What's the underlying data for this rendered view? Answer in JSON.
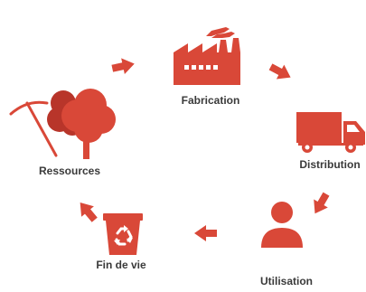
{
  "stages": {
    "fabrication": {
      "label": "Fabrication",
      "icon": "factory-icon"
    },
    "distribution": {
      "label": "Distribution",
      "icon": "truck-icon"
    },
    "utilisation": {
      "label": "Utilisation",
      "icon": "person-icon"
    },
    "fin_de_vie": {
      "label": "Fin de vie",
      "icon": "recycling-bin-icon"
    },
    "ressources": {
      "label": "Ressources",
      "icon": "tree-pickaxe-icon"
    }
  },
  "colors": {
    "accent": "#d94838",
    "accent_dark": "#b8352a",
    "text": "#3a3a3a"
  }
}
